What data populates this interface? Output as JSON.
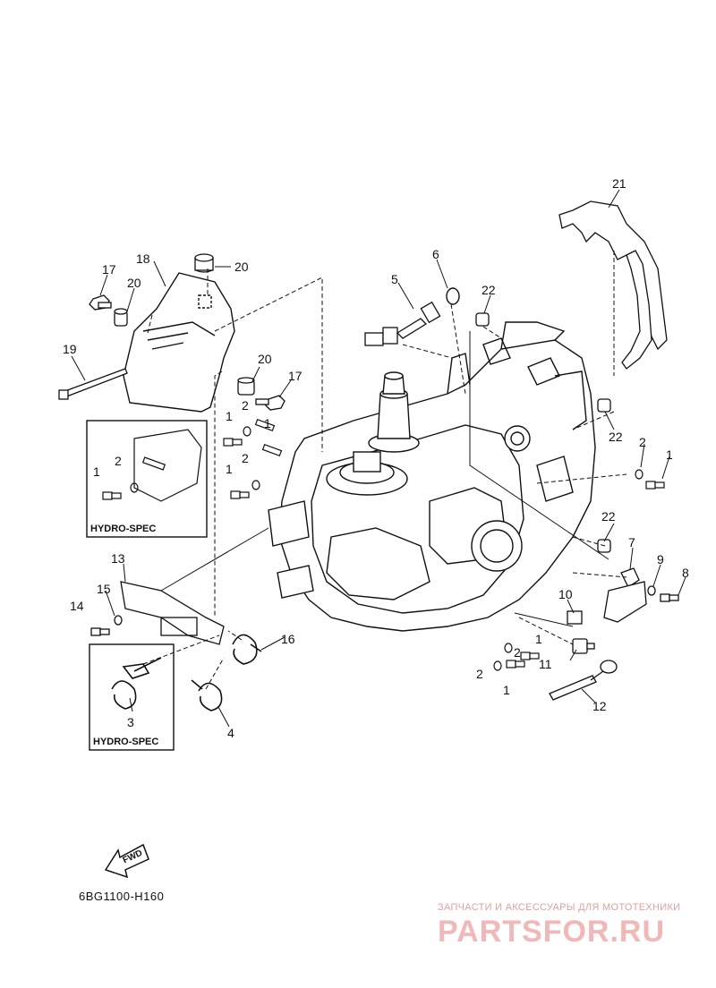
{
  "labels": {
    "n1": "1",
    "n2": "2",
    "n3": "3",
    "n4": "4",
    "n5": "5",
    "n6": "6",
    "n7": "7",
    "n8": "8",
    "n9": "9",
    "n10": "10",
    "n11": "11",
    "n12": "12",
    "n13": "13",
    "n14": "14",
    "n15": "15",
    "n16": "16",
    "n17": "17",
    "n18": "18",
    "n19": "19",
    "n20": "20",
    "n21": "21",
    "n22": "22"
  },
  "hydro_spec": "HYDRO-SPEC",
  "fwd": "FWD",
  "part_code": "6BG1100-H160",
  "watermark": {
    "tagline": "ЗАПЧАСТИ И АКСЕССУАРЫ ДЛЯ МОТОТЕХНИКИ",
    "brand": "PARTSFOR.RU"
  },
  "colors": {
    "line": "#111111",
    "watermark": "#f0b8b8"
  }
}
